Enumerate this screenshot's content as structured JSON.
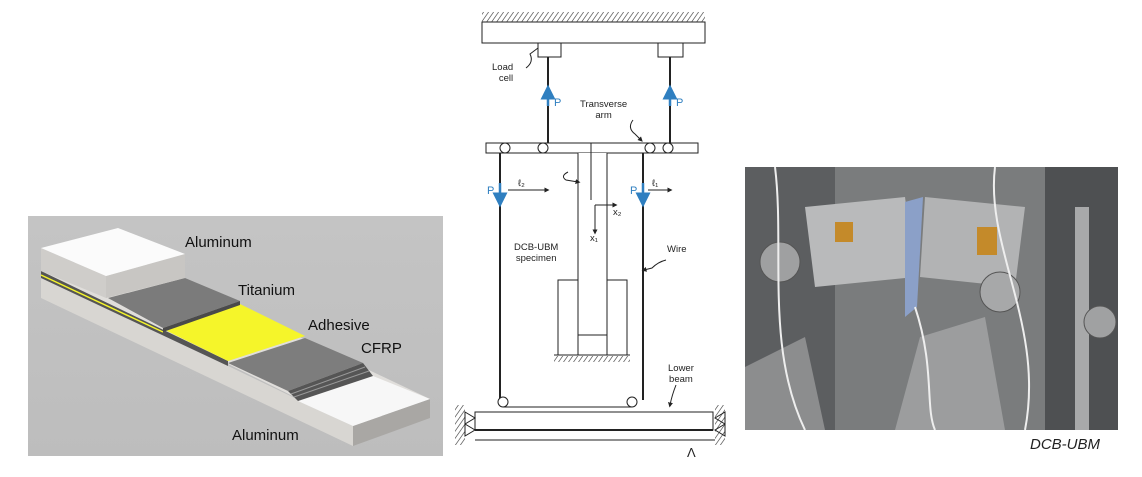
{
  "left_figure": {
    "labels": {
      "aluminum_top": "Aluminum",
      "titanium": "Titanium",
      "adhesive": "Adhesive",
      "cfrp": "CFRP",
      "aluminum_bottom": "Aluminum"
    },
    "colors": {
      "adhesive": "#f5f52a",
      "titanium": "#7b7b7b",
      "aluminum": "#f4f4f4",
      "background": "#c2c2c2"
    }
  },
  "middle_figure": {
    "labels": {
      "load_cell": "Load\ncell",
      "p_left_up": "P",
      "p_right_up": "P",
      "transverse_arm": "Transverse\narm",
      "p_left_down": "P",
      "p_right_down": "P",
      "l2": "ℓ₂",
      "l1": "ℓ₁",
      "x2": "x₂",
      "x1": "x₁",
      "specimen": "DCB-UBM\nspecimen",
      "wire": "Wire",
      "lower_beam": "Lower\nbeam",
      "delta": "Λ"
    },
    "colors": {
      "force_arrow": "#2f7fc0"
    }
  },
  "right_figure": {
    "caption": "DCB-UBM"
  }
}
